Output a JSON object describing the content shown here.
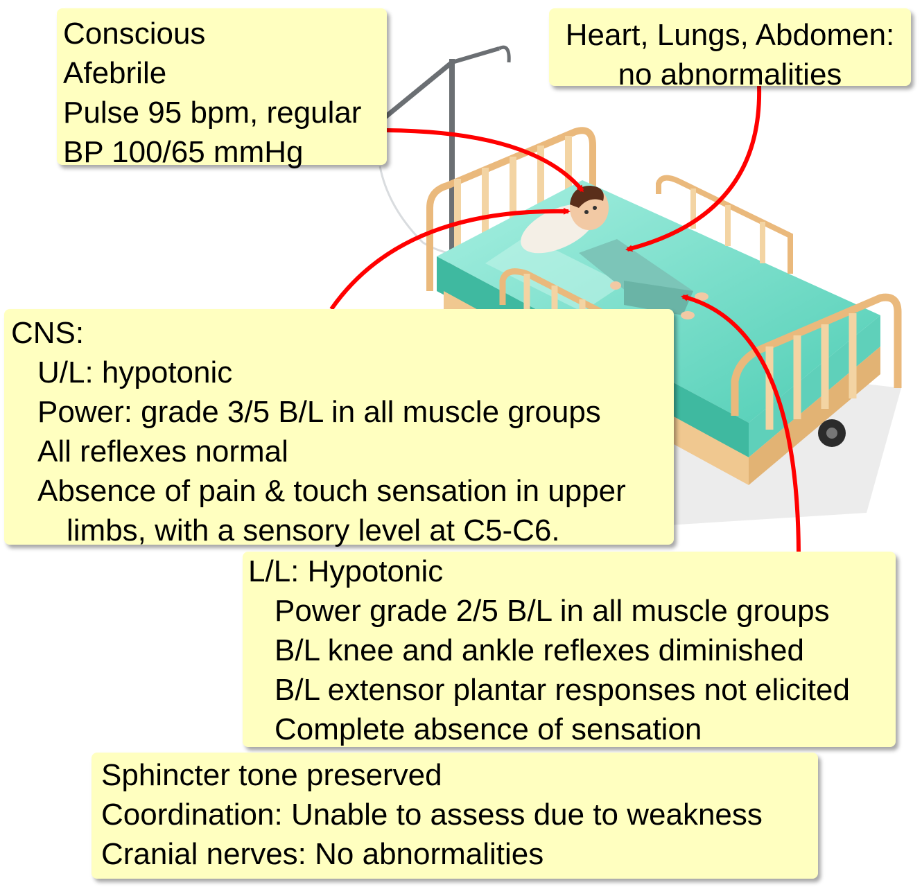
{
  "callouts": {
    "vitals": {
      "lines": [
        "Conscious",
        "Afebrile",
        "Pulse 95 bpm, regular",
        "BP 100/65 mmHg"
      ]
    },
    "heart": {
      "lines": [
        "Heart, Lungs, Abdomen:",
        "no abnormalities"
      ]
    },
    "cns": {
      "heading": "CNS:",
      "lines": [
        "U/L: hypotonic",
        "Power: grade 3/5 B/L in all muscle groups",
        "All reflexes normal",
        "Absence of pain & touch sensation in upper",
        "limbs, with a sensory level at C5-C6."
      ]
    },
    "lower_limbs": {
      "heading": "L/L: Hypotonic",
      "lines": [
        "Power grade 2/5 B/L in all muscle groups",
        "B/L knee and ankle reflexes diminished",
        "B/L extensor plantar responses not elicited",
        "Complete absence of sensation"
      ]
    },
    "misc": {
      "lines": [
        "Sphincter tone preserved",
        "Coordination: Unable to assess due to weakness",
        "Cranial nerves: No abnormalities"
      ]
    }
  },
  "colors": {
    "callout_fill": "#ffffc0",
    "arrow": "#ff0000",
    "sheet": "#7fe0cc",
    "bed_frame": "#f5d9a8"
  }
}
